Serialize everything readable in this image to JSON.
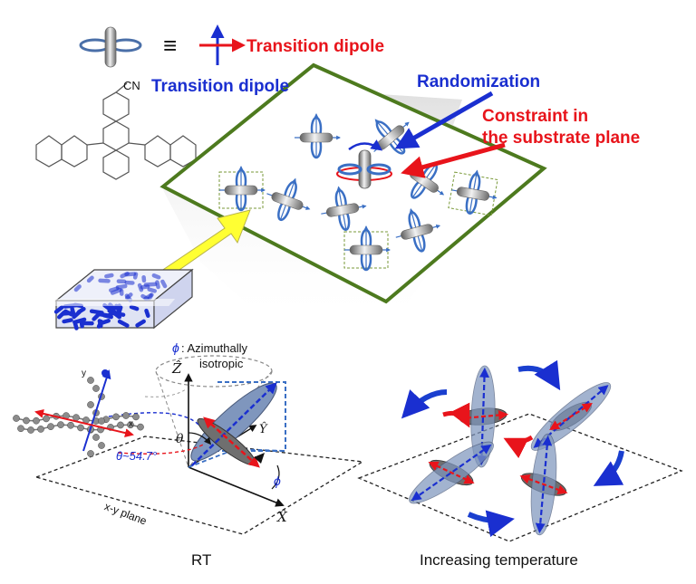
{
  "legend": {
    "equiv_symbol": "≡",
    "red_label": "Transition dipole",
    "blue_label": "Transition dipole"
  },
  "molecule": {
    "substituent": "CN"
  },
  "film": {
    "randomization_label": "Randomization",
    "constraint_label_line1": "Constraint in",
    "constraint_label_line2": "the substrate plane"
  },
  "bottom_left": {
    "phi_symbol": "ϕ",
    "phi_label_line1": ": Azimuthally",
    "phi_label_line2": "isotropic",
    "axis_z": "Ẑ",
    "axis_y": "Ŷ",
    "axis_x": "X̂",
    "theta_symbol": "θ",
    "theta_angle": "θ~54.7°",
    "phi_angle": "ϕ",
    "plane_label": "x-y plane",
    "mol_axis_y": "y",
    "mol_axis_x": "x",
    "caption": "RT"
  },
  "bottom_right": {
    "caption": "Increasing temperature"
  },
  "colors": {
    "red": "#e8141b",
    "blue": "#1a2fd0",
    "film_border": "#4d7a1e",
    "arrow_yellow": "#ffff33",
    "ellipse_blue": "#7f96bd",
    "ellipse_gray": "#6f6f6f"
  }
}
